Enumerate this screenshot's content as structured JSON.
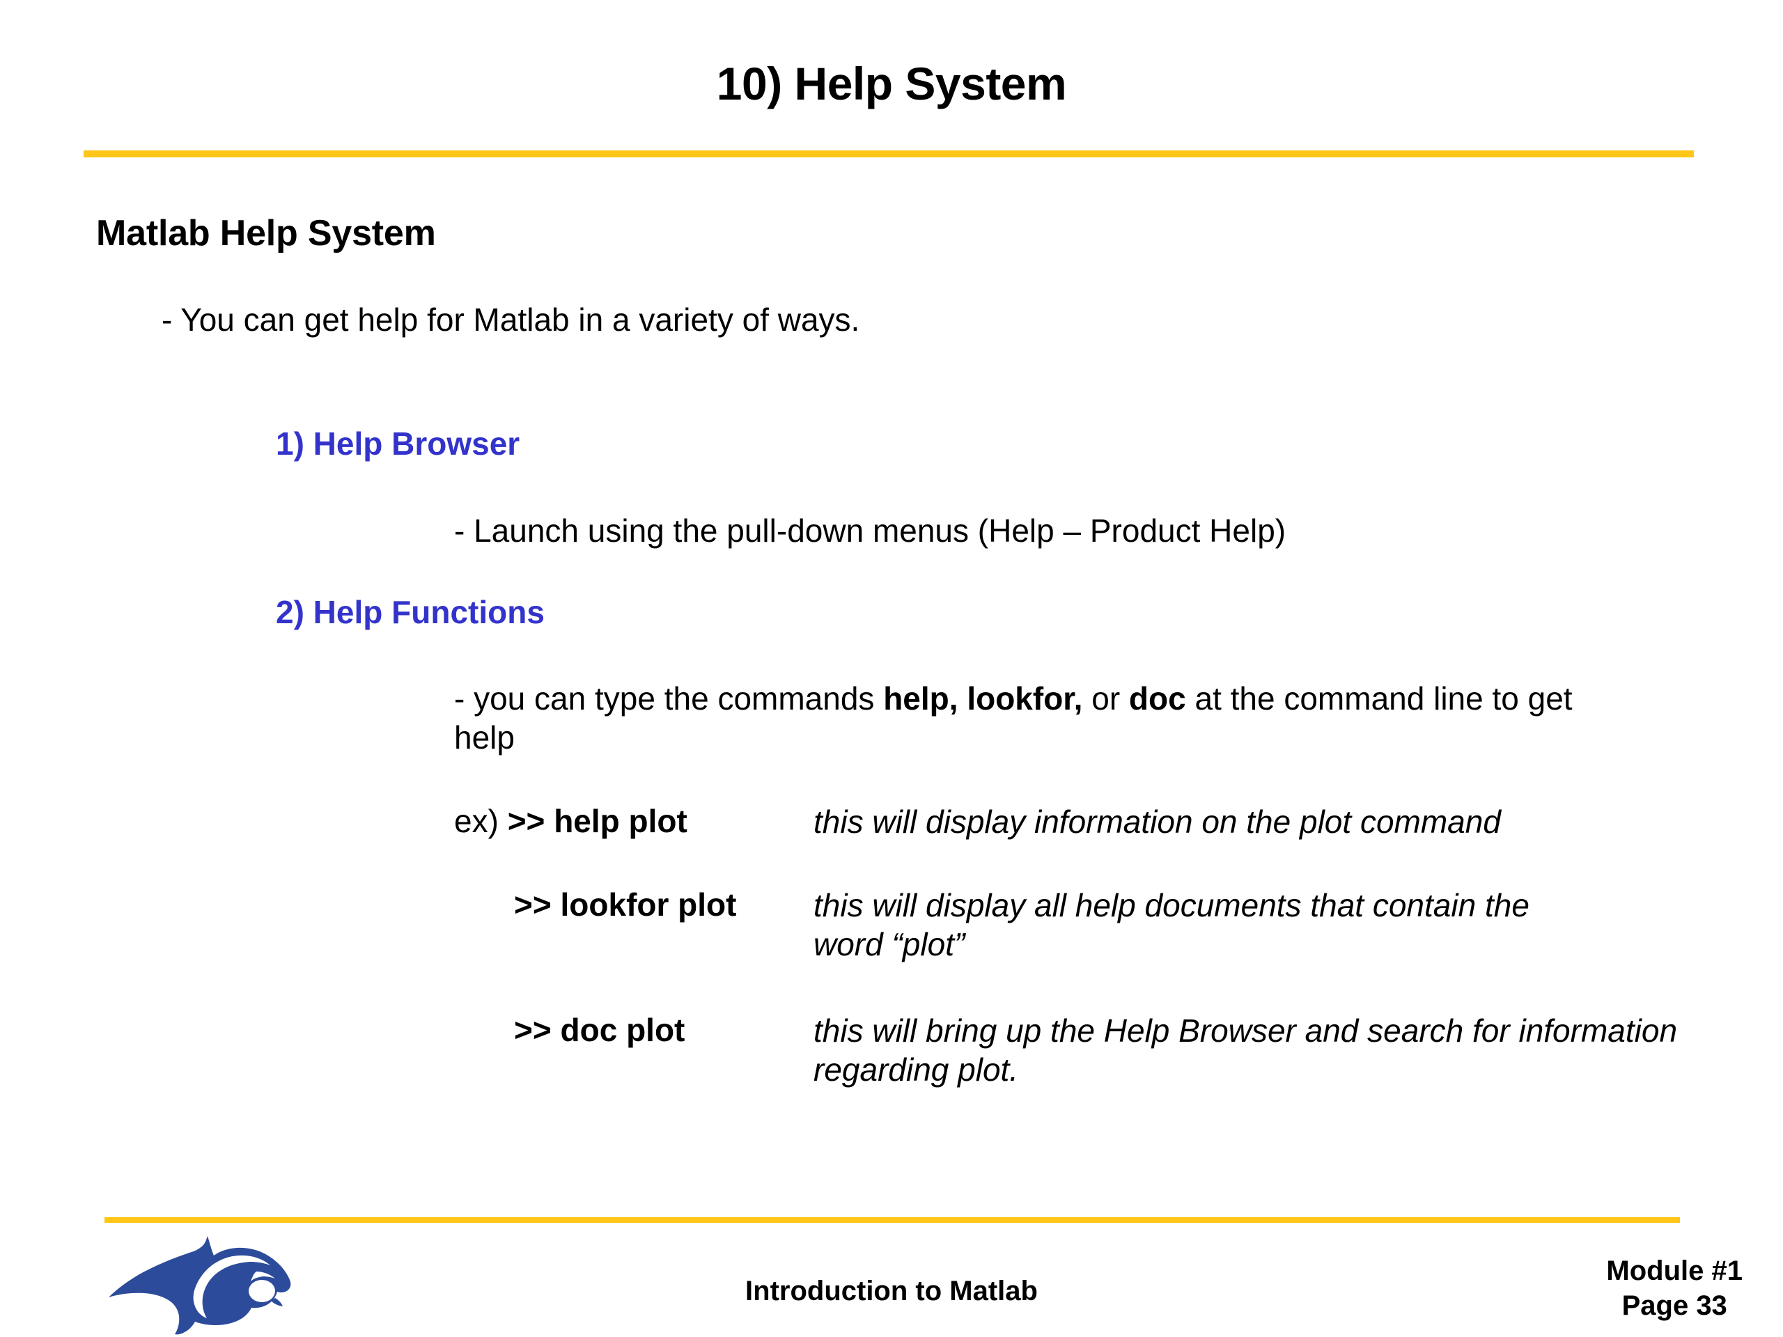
{
  "slide": {
    "title": "10) Help System",
    "section_heading": "Matlab Help System",
    "intro_bullet": "- You can get help for Matlab in a variety of ways.",
    "accent_color": "#FFC517",
    "blue_color": "#3333CC",
    "logo_color": "#2C4B9B"
  },
  "topics": [
    {
      "heading": "1) Help Browser",
      "detail": "- Launch using the pull-down menus (Help – Product Help)"
    },
    {
      "heading": "2) Help Functions",
      "detail_prefix": "- you can type the commands ",
      "detail_bold_1": "help, lookfor,",
      "detail_mid": " or ",
      "detail_bold_2": "doc",
      "detail_suffix": " at the command line to get help"
    }
  ],
  "examples": [
    {
      "label": "ex) ",
      "command": ">> help plot",
      "description": "this will display information on the plot command"
    },
    {
      "label": "",
      "command": ">> lookfor plot",
      "description": "this will display all help documents that contain the word “plot”"
    },
    {
      "label": "",
      "command": ">> doc plot",
      "description": "this will bring up the Help Browser and search for information regarding plot."
    }
  ],
  "footer": {
    "center_text": "Introduction to Matlab",
    "module": "Module #1",
    "page": "Page 33",
    "logo_name": "panther-head-logo"
  }
}
